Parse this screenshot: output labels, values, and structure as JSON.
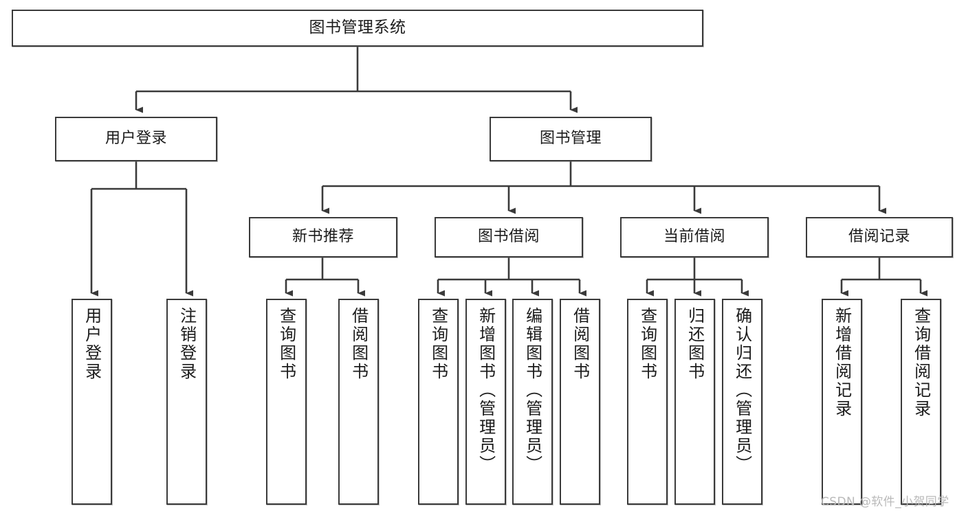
{
  "diagram": {
    "title": "图书管理系统",
    "type": "tree-hierarchy",
    "colors": {
      "stroke": "#3a3a3a",
      "node_fill": "#ffffff",
      "text": "#1b1b1b",
      "watermark": "#b9b9b9",
      "background": "#ffffff"
    },
    "root": {
      "label": "图书管理系统"
    },
    "level1": [
      {
        "label": "用户登录"
      },
      {
        "label": "图书管理"
      }
    ],
    "level2": [
      {
        "label": "新书推荐"
      },
      {
        "label": "图书借阅"
      },
      {
        "label": "当前借阅"
      },
      {
        "label": "借阅记录"
      }
    ],
    "leaves": {
      "user_login": [
        {
          "label": "用户登录"
        },
        {
          "label": "注销登录"
        }
      ],
      "new_book_recommend": [
        {
          "label": "查询图书"
        },
        {
          "label": "借阅图书"
        }
      ],
      "book_borrow": [
        {
          "label": "查询图书"
        },
        {
          "label": "新增图书（管理员）"
        },
        {
          "label": "编辑图书（管理员）"
        },
        {
          "label": "借阅图书"
        }
      ],
      "current_borrow": [
        {
          "label": "查询图书"
        },
        {
          "label": "归还图书"
        },
        {
          "label": "确认归还（管理员）"
        }
      ],
      "borrow_record": [
        {
          "label": "新增借阅记录"
        },
        {
          "label": "查询借阅记录"
        }
      ]
    }
  },
  "watermark": {
    "text": "CSDN @软件_小贺同学"
  }
}
